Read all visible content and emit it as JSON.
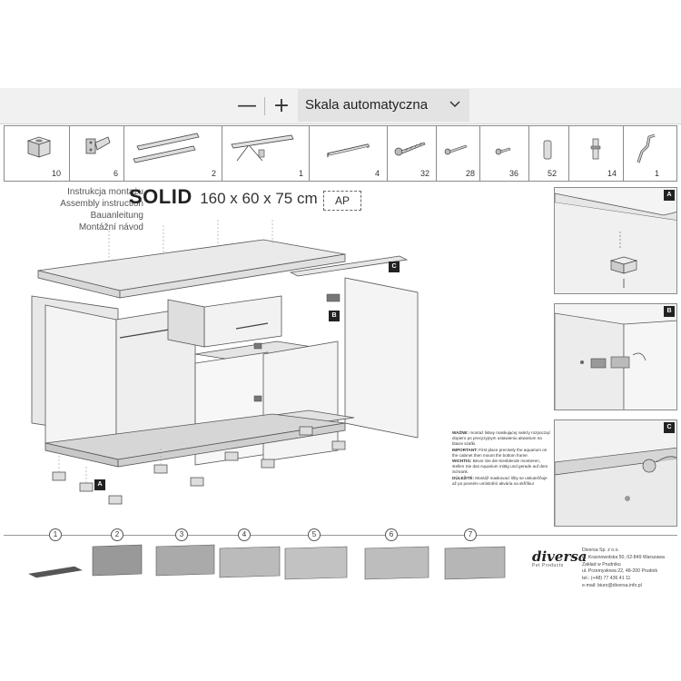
{
  "toolbar": {
    "zoom_out_label": "—",
    "zoom_in_label": "+",
    "scale_value": "Skala automatyczna"
  },
  "parts": [
    {
      "qty": "10",
      "icon": "cube-icon"
    },
    {
      "qty": "6",
      "icon": "hinge-icon"
    },
    {
      "qty": "2",
      "icon": "drawer-rail-icon"
    },
    {
      "qty": "1",
      "icon": "bracket-rail-icon"
    },
    {
      "qty": "4",
      "icon": "handle-icon"
    },
    {
      "qty": "32",
      "icon": "long-screw-icon"
    },
    {
      "qty": "28",
      "icon": "screw-icon"
    },
    {
      "qty": "36",
      "icon": "short-screw-icon"
    },
    {
      "qty": "52",
      "icon": "dowel-icon"
    },
    {
      "qty": "14",
      "icon": "cam-pin-icon"
    },
    {
      "qty": "1",
      "icon": "hex-key-icon"
    }
  ],
  "titles": {
    "pl": "Instrukcja montażu",
    "en": "Assembly instruction",
    "de": "Bauanleitung",
    "cz": "Montážní návod"
  },
  "product": {
    "name": "SOLID",
    "dims": "160 x 60 x 75 cm",
    "code": "AP"
  },
  "callouts": {
    "a": "A",
    "b": "B",
    "c": "C"
  },
  "note": {
    "pl_label": "WAŻNE:",
    "pl_text": "montaż listwy maskującej należy rozpocząć dopiero po precyzyjnym ustawieniu akwarium na blacie szafki.",
    "en_label": "IMPORTANT:",
    "en_text": "First place precisely the aquarium on the cabinet then mount the bottom frame.",
    "de_label": "WICHTIG:",
    "de_text": "Bevor Sie die Kiesblende montieren, stellen Sie das Aquarium mittig und gerade auf dem Schrank.",
    "cz_label": "DŮLEŽITÉ:",
    "cz_text": "Montáž maskovací lišty se uskutečňuje až po pevném umístnění akvária na skříňku!"
  },
  "steps": [
    "1",
    "2",
    "3",
    "4",
    "5",
    "6",
    "7"
  ],
  "brand": {
    "name": "diversa",
    "tagline": "Pet Products",
    "contact": [
      "Diversa Sp. z o.o.",
      "ul. Krasnowolska 50, 02-849 Warszawa",
      "Zakład w Prudniku",
      "ul. Przemysłowa 22, 48-200 Prudnik",
      "tel.: (+48) 77 436 41 11",
      "e-mail: biuro@diversa.info.pl"
    ]
  }
}
